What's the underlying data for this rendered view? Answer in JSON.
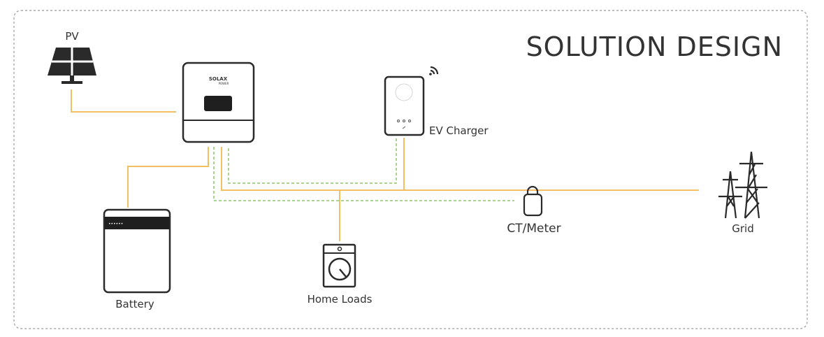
{
  "title": "SOLUTION DESIGN",
  "components": {
    "pv": "PV",
    "inverter_brand": "SOLAX",
    "inverter_sub": "POWER",
    "ev_charger": "EV Charger",
    "battery": "Battery",
    "home_loads": "Home Loads",
    "ct_meter": "CT/Meter",
    "grid": "Grid"
  },
  "colors": {
    "power_line": "#f2bf63",
    "comm_line": "#8cc56b",
    "device_stroke": "#2a2a2a"
  }
}
